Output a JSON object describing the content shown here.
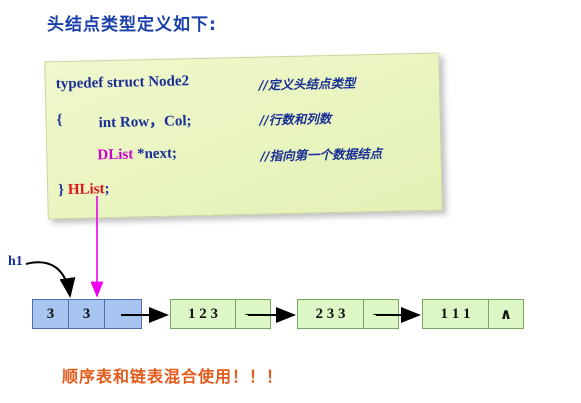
{
  "heading": "头结点类型定义如下:",
  "code": {
    "line1": {
      "code": "typedef struct Node2",
      "comment": "//定义头结点类型"
    },
    "line2": {
      "brace": "{",
      "code": "int Row，Col;",
      "comment": "//行数和列数"
    },
    "line3": {
      "type": "DList",
      "code": " *next;",
      "comment": "//指向第一个数据结点"
    },
    "line4": {
      "brace": "}",
      "type": "HList",
      "end": ";"
    }
  },
  "pointer_label": "h1",
  "head_node": {
    "row": "3",
    "col": "3"
  },
  "data_nodes": [
    {
      "values": "1 2 3",
      "next": "—"
    },
    {
      "values": "2 3 3",
      "next": "—"
    },
    {
      "values": "1 1 1",
      "next": "∧"
    }
  ],
  "footer": "顺序表和链表混合使用！！！"
}
